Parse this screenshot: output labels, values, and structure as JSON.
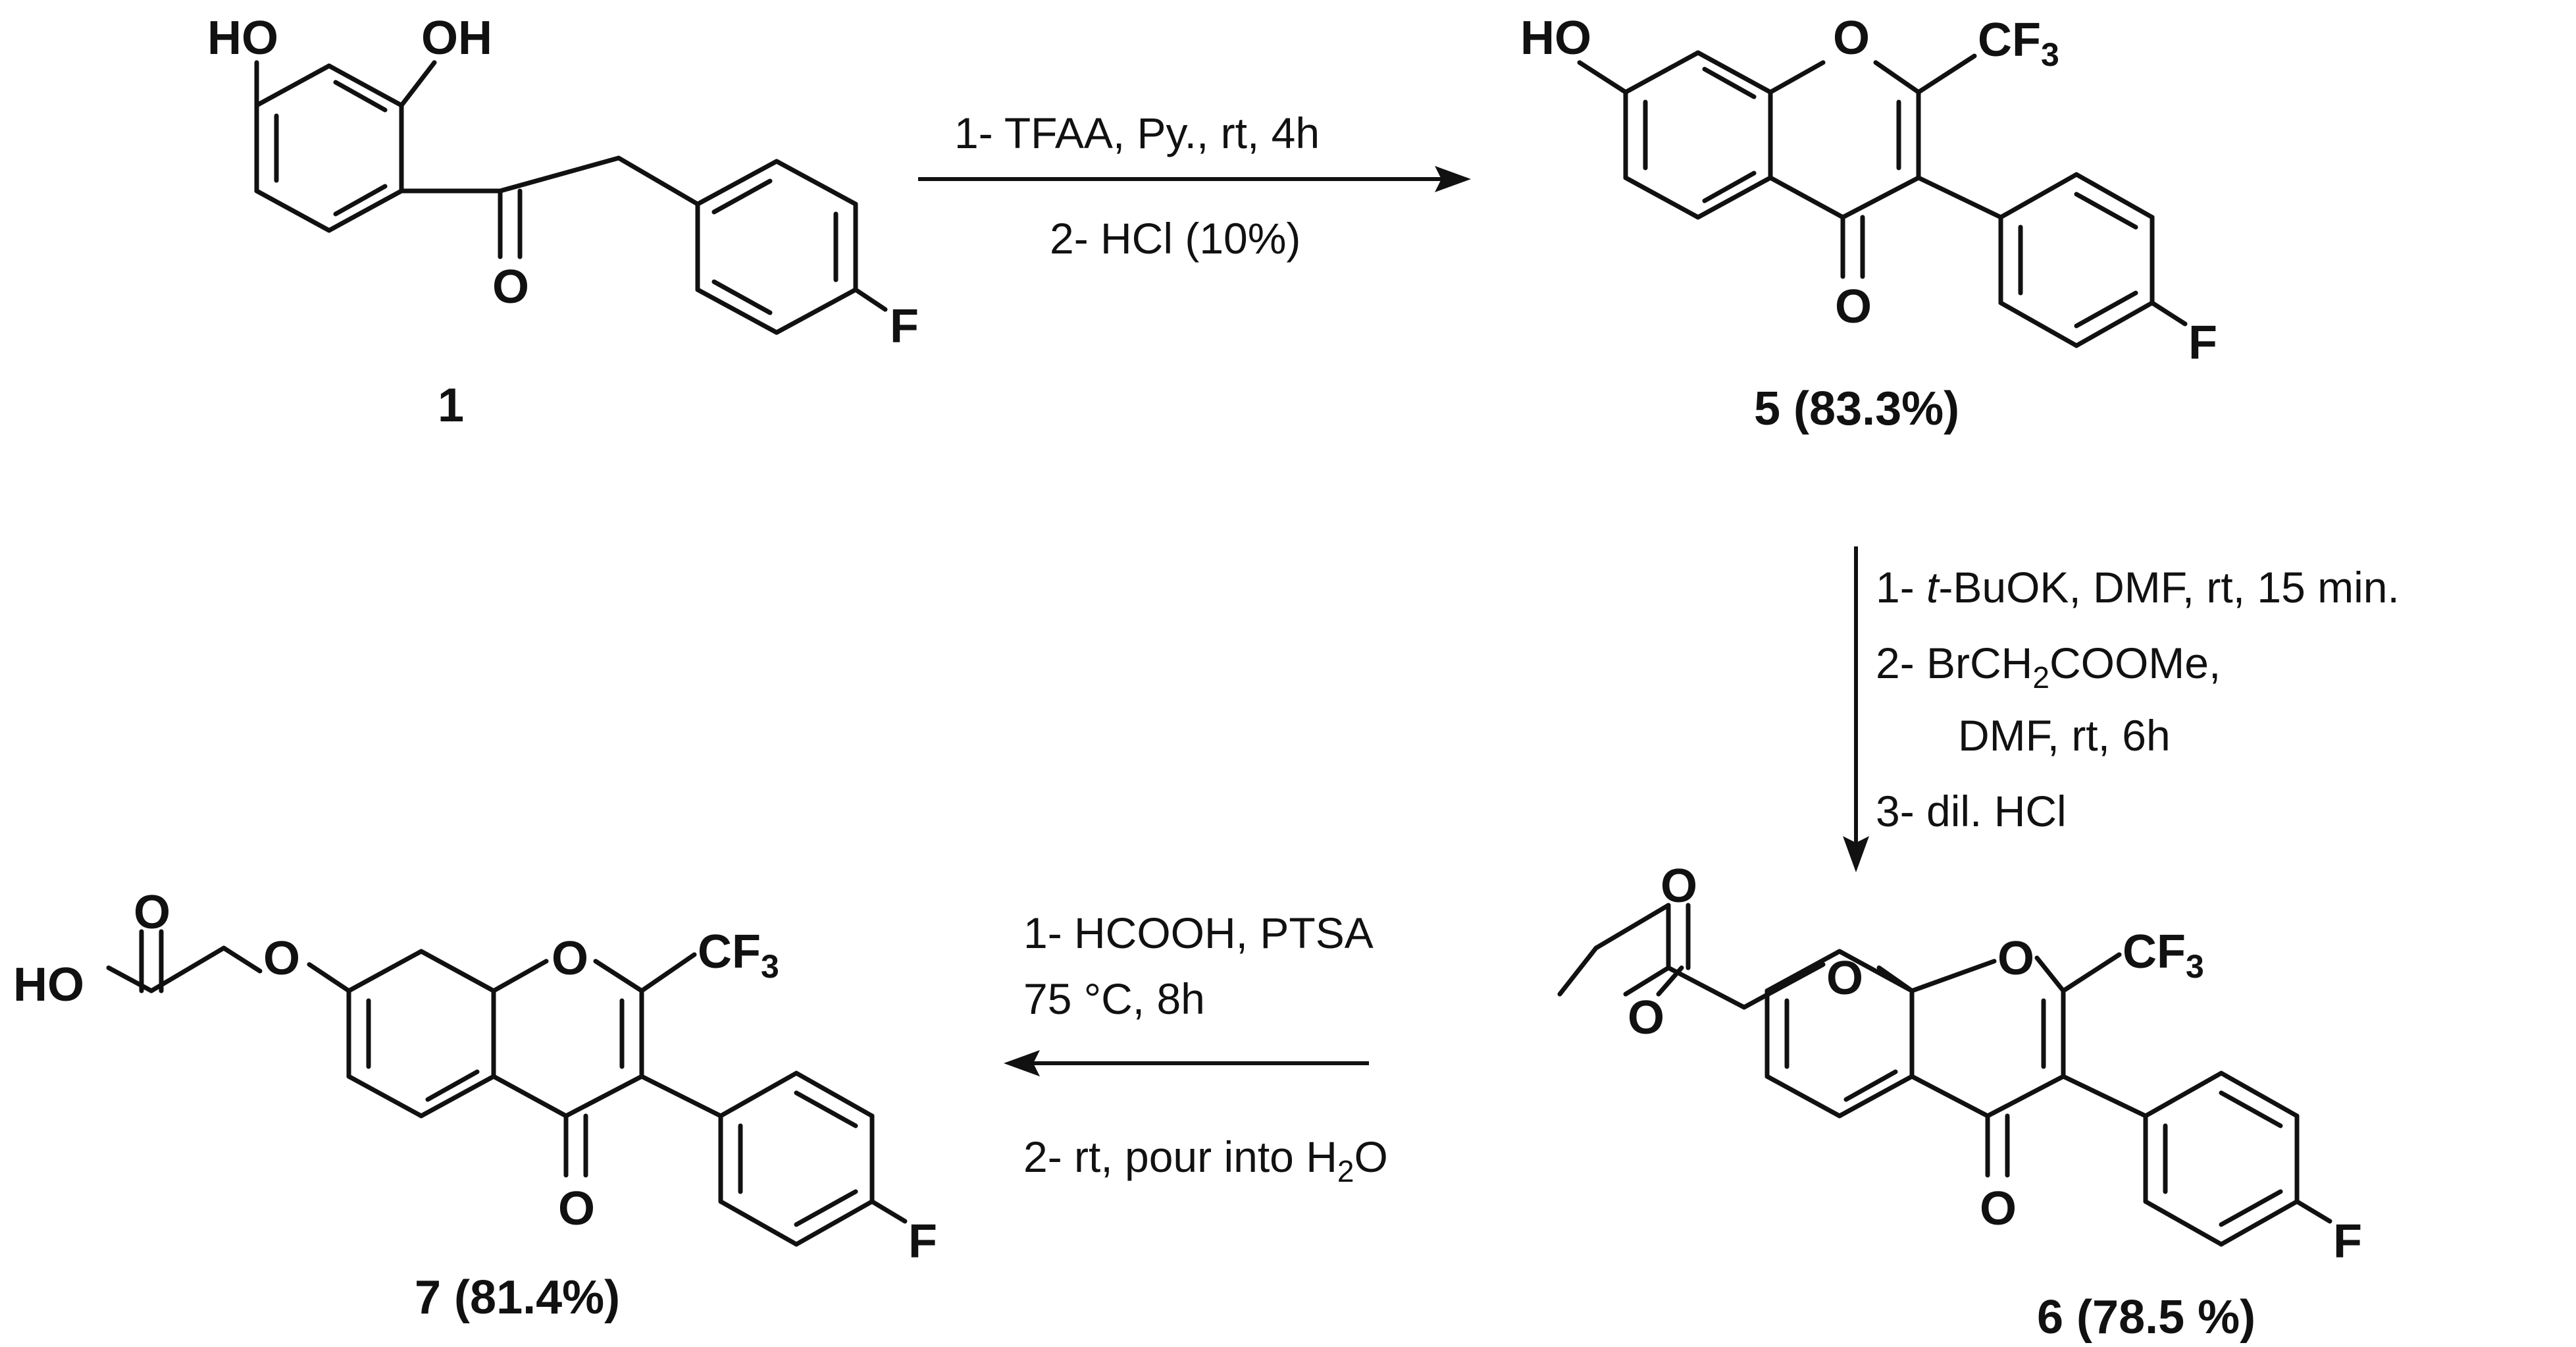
{
  "compounds": {
    "c1": {
      "label": "1"
    },
    "c5": {
      "label": "5 (83.3%)"
    },
    "c6": {
      "label": "6 (78.5 %)"
    },
    "c7": {
      "label": "7 (81.4%)"
    }
  },
  "atoms": {
    "oh": "OH",
    "ho": "HO",
    "o": "O",
    "f": "F",
    "cf3": "CF",
    "cf3_sub": "3"
  },
  "steps": {
    "step1": {
      "line1": "1- TFAA, Py., rt, 4h",
      "line2": "2- HCl (10%)"
    },
    "step2": {
      "line1_prefix": "1- ",
      "line1_italic": "t",
      "line1_rest": "-BuOK, DMF, rt, 15 min.",
      "line2_a": "2- BrCH",
      "line2_sub": "2",
      "line2_b": "COOMe,",
      "line3": "DMF, rt, 6h",
      "line4": "3- dil. HCl"
    },
    "step3": {
      "line1": "1- HCOOH, PTSA",
      "line2": "75 °C, 8h",
      "line3_a": "2- rt, pour into H",
      "line3_sub": "2",
      "line3_b": "O"
    }
  }
}
